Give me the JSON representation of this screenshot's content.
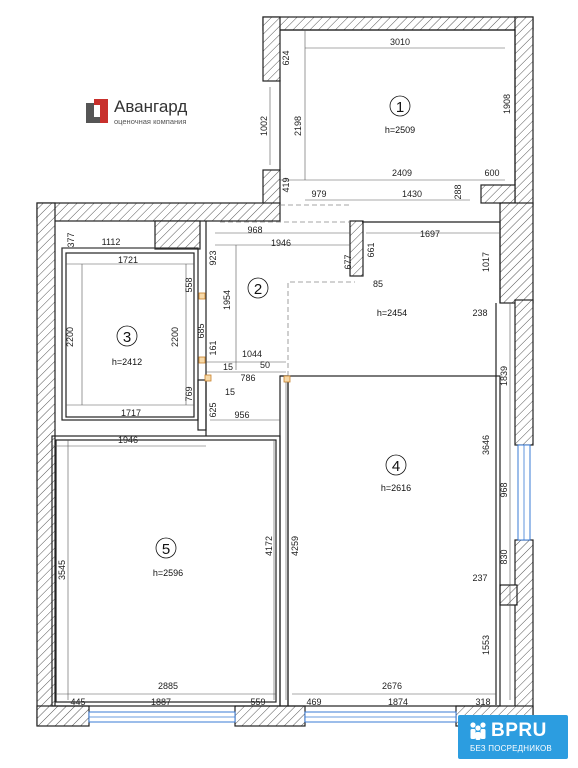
{
  "brand": {
    "name": "Авангард",
    "subtitle": "оценочная компания",
    "mark_color": "#c8302c"
  },
  "watermark": {
    "name": "BPRU",
    "subtitle": "БЕЗ ПОСРЕДНИКОВ",
    "color": "#2c9de0"
  },
  "rooms": [
    {
      "id": "room-1",
      "number": "1",
      "height": "h=2509"
    },
    {
      "id": "room-2",
      "number": "2",
      "height": ""
    },
    {
      "id": "room-3",
      "number": "3",
      "height": "h=2412"
    },
    {
      "id": "room-4",
      "number": "4",
      "height": "h=2616"
    },
    {
      "id": "room-4b",
      "number": "",
      "height": "h=2454"
    },
    {
      "id": "room-5",
      "number": "5",
      "height": "h=2596"
    }
  ],
  "dimensions": [
    "624",
    "3010",
    "1002",
    "2198",
    "1908",
    "419",
    "2409",
    "979",
    "1430",
    "288",
    "600",
    "377",
    "1112",
    "968",
    "1946",
    "923",
    "1721",
    "558",
    "677",
    "661",
    "1697",
    "1017",
    "85",
    "2200",
    "2200",
    "1954",
    "685",
    "238",
    "161",
    "1044",
    "15",
    "50",
    "786",
    "15",
    "769",
    "625",
    "956",
    "1717",
    "1839",
    "1946",
    "3646",
    "968",
    "4172",
    "4259",
    "3545",
    "830",
    "237",
    "1553",
    "2885",
    "2676",
    "445",
    "1887",
    "559",
    "469",
    "1874",
    "318"
  ]
}
